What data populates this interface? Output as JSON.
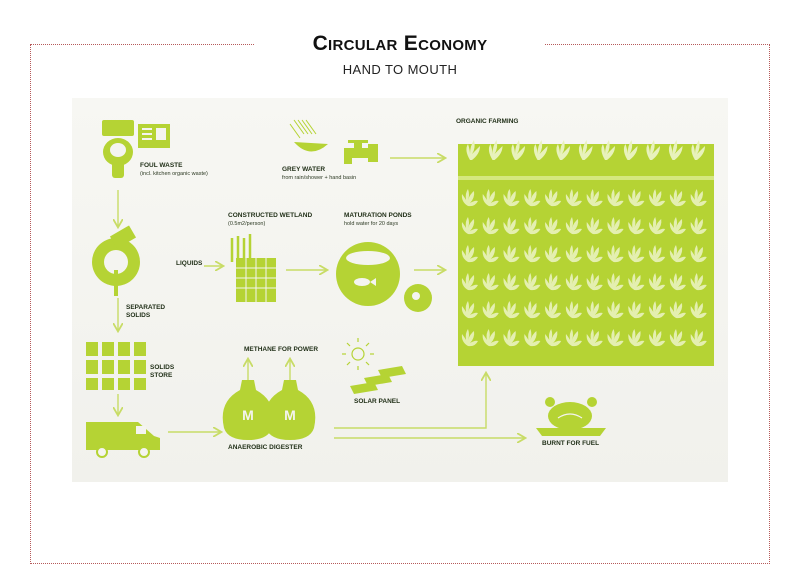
{
  "header": {
    "title": "Circular Economy",
    "subtitle": "HAND TO MOUTH"
  },
  "colors": {
    "accent": "#b5d334",
    "frame": "#b65a5a",
    "arrow": "#c8dc66"
  },
  "labels": {
    "foul_waste": "FOUL WASTE",
    "foul_waste_sub": "(incl. kitchen organic waste)",
    "grey_water": "GREY WATER",
    "grey_water_sub": "from rain/shower + hand basin",
    "organic_farming": "ORGANIC FARMING",
    "constructed_wetland": "CONSTRUCTED WETLAND",
    "constructed_wetland_sub": "(0.5m2/person)",
    "maturation_ponds": "MATURATION PONDS",
    "maturation_ponds_sub": "hold water for 20 days",
    "liquids": "LIQUIDS",
    "separated_solids": "SEPARATED\nSOLIDS",
    "solids_store": "SOLIDS\nSTORE",
    "methane_for_power": "METHANE FOR POWER",
    "solar_panel": "SOLAR PANEL",
    "anaerobic_digester": "ANAEROBIC DIGESTER",
    "burnt_for_fuel": "BURNT FOR FUEL",
    "digester_letter": "M"
  },
  "icons": [
    "toilet-icon",
    "kitchen-sink-icon",
    "shower-icon",
    "tap-icon",
    "separator-icon",
    "storage-bins-icon",
    "truck-icon",
    "wetland-grid-icon",
    "pond-icon",
    "fish-icon",
    "digester-icon",
    "sun-icon",
    "solar-panel-icon",
    "roast-chicken-icon",
    "crop-field-icon"
  ]
}
